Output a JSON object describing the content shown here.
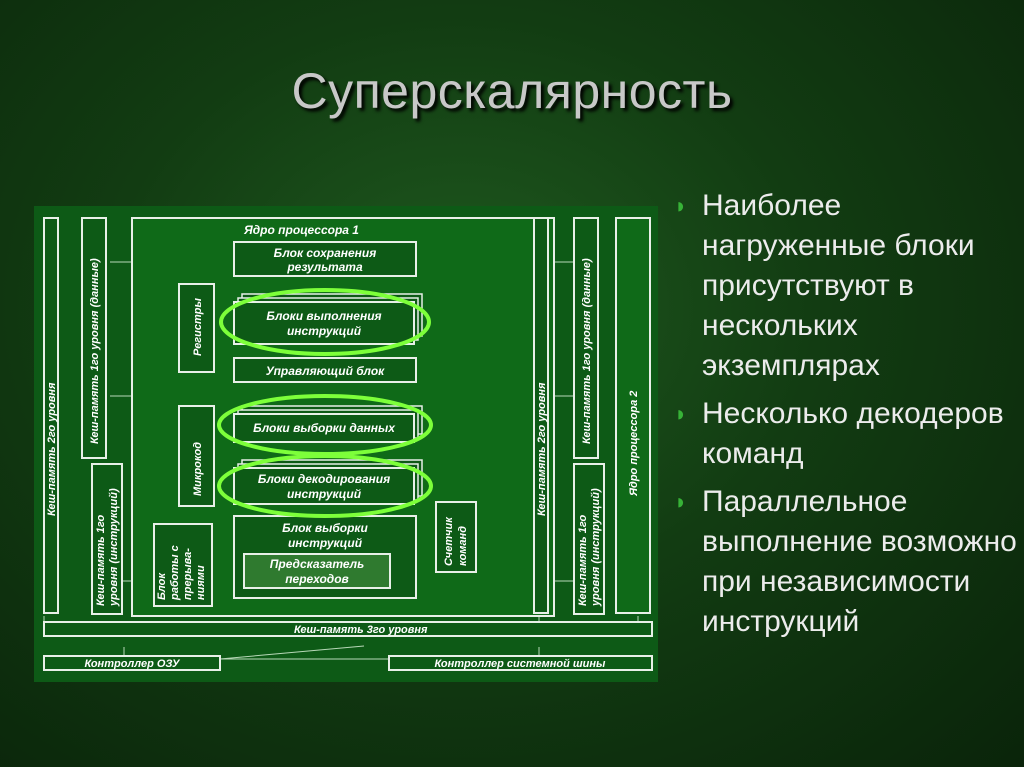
{
  "slide": {
    "title": "Суперскалярность",
    "bullets": [
      "Наиболее нагруженные блоки присутствуют  в нескольких экземплярах",
      "Несколько декодеров команд",
      "Параллельное выполнение возможно при независимости инструкций"
    ],
    "colors": {
      "background": "#123c12",
      "accent": "#37b237",
      "highlight": "#7dff3a"
    }
  },
  "diagram": {
    "core1": "Ядро процессора 1",
    "core2": "Ядро процессора 2",
    "save_block": [
      "Блок сохранения",
      "результата"
    ],
    "exec_blocks": [
      "Блоки выполнения",
      "инструкций"
    ],
    "control_block": "Управляющий блок",
    "fetch_data_blocks": "Блоки выборки данных",
    "decode_blocks": [
      "Блоки декодирования",
      "инструкций"
    ],
    "fetch_instr_block": [
      "Блок выборки",
      "инструкций"
    ],
    "branch_predictor": [
      "Предсказатель",
      "переходов"
    ],
    "registers": "Регистры",
    "microcode": "Микрокод",
    "interrupt_block": [
      "Блок",
      "работы с",
      "прерыва-",
      "ниями"
    ],
    "command_counter": [
      "Счетчик",
      "команд"
    ],
    "l2_cache": "Кеш-память 2го уровня",
    "l1_cache_data": "Кеш-память 1го уровня (данные)",
    "l1_cache_instr": [
      "Кеш-память 1го",
      "уровня (инструкций)"
    ],
    "l3_cache": "Кеш-память 3го уровня",
    "ram_controller": "Контроллер ОЗУ",
    "bus_controller": "Контроллер системной шины"
  }
}
